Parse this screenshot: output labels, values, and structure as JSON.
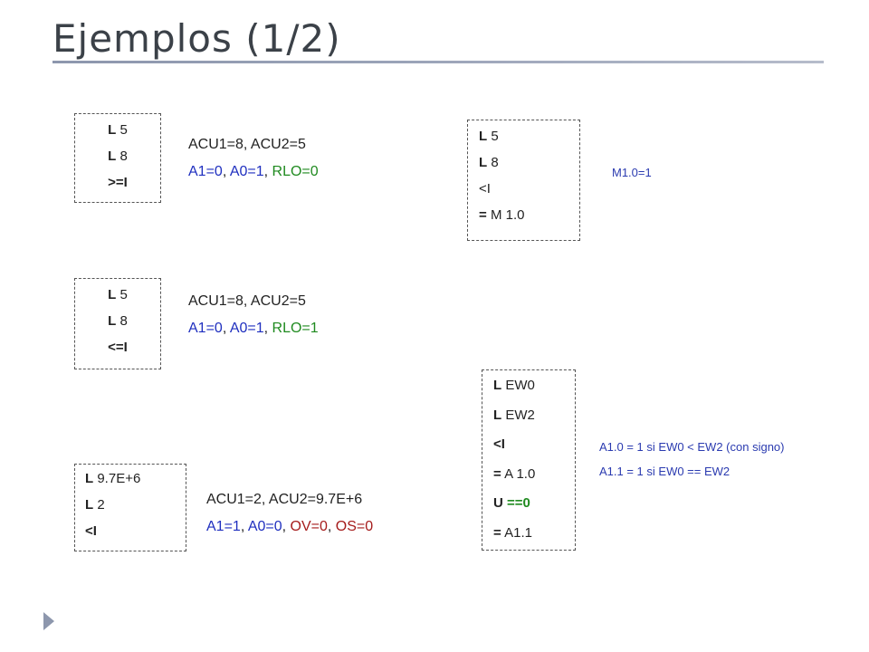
{
  "slide": {
    "title": "Ejemplos (1/2)"
  },
  "colors": {
    "title_rule": "#8d97ad",
    "blue_text": "#1f2fbf",
    "green_text": "#1f8a1f",
    "red_text": "#a51b1b",
    "nav_arrow": "#8d97ad"
  },
  "example1": {
    "code": [
      {
        "op": "L",
        "arg": "5"
      },
      {
        "op": "L",
        "arg": "8"
      },
      {
        "op": ">=I",
        "arg": ""
      }
    ],
    "result_line1": "ACU1=8, ACU2=5",
    "flags": {
      "a1": "A1=0",
      "sep1": ", ",
      "a0": "A0=1",
      "sep2": ", ",
      "rlo": "RLO=0"
    }
  },
  "example2": {
    "code": [
      {
        "op": "L",
        "arg": "5"
      },
      {
        "op": "L",
        "arg": "8"
      },
      {
        "op": "<=I",
        "arg": ""
      }
    ],
    "result_line1": "ACU1=8, ACU2=5",
    "flags": {
      "a1": "A1=0",
      "sep1": ", ",
      "a0": "A0=1",
      "sep2": ", ",
      "rlo": "RLO=1"
    }
  },
  "example3": {
    "code": [
      {
        "op": "L",
        "arg": "9.7E+6"
      },
      {
        "op": "L",
        "arg": "2"
      },
      {
        "op": "<I",
        "arg": ""
      }
    ],
    "result_line1": "ACU1=2, ACU2=9.7E+6",
    "flags": {
      "a1": "A1=1",
      "sep1": ", ",
      "a0": "A0=0",
      "sep2": ", ",
      "ov": "OV=0",
      "sep3": ", ",
      "os": "OS=0"
    }
  },
  "example4": {
    "code": [
      {
        "op": "L",
        "arg": "5"
      },
      {
        "op": "L",
        "arg": "8"
      },
      {
        "op": "",
        "arg": "<I"
      },
      {
        "op": "=",
        "arg": "M 1.0"
      }
    ],
    "note": "M1.0=1"
  },
  "example5": {
    "code": [
      {
        "op": "L",
        "arg": "EW0"
      },
      {
        "op": "L",
        "arg": "EW2"
      },
      {
        "op": "<I",
        "arg": ""
      },
      {
        "op": "=",
        "arg": "A 1.0"
      },
      {
        "op": "U",
        "arg": "==0"
      },
      {
        "op": "=",
        "arg": "A1.1"
      }
    ],
    "note_line1": "A1.0 = 1 si EW0 < EW2 (con signo)",
    "note_line2": "A1.1 = 1 si EW0 == EW2"
  }
}
